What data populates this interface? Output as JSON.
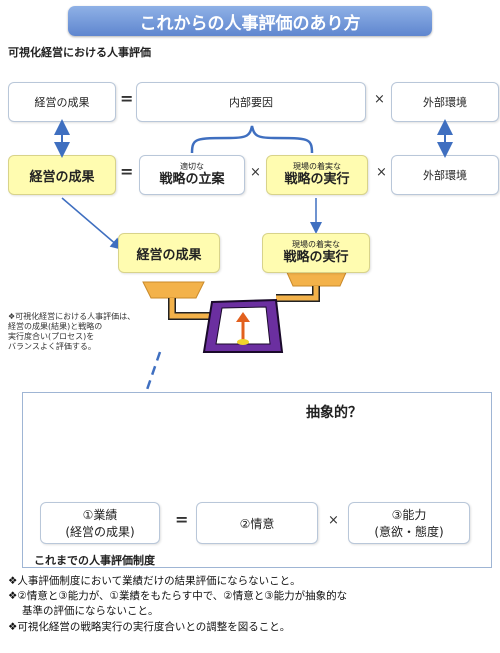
{
  "title": "これからの人事評価のあり方",
  "section_label": "可視化経営における人事評価",
  "row1": {
    "left": "経営の成果",
    "eq": "=",
    "middle": "内部要因",
    "times": "×",
    "right": "外部環境"
  },
  "row2": {
    "left": "経営の成果",
    "eq": "=",
    "m1_small": "適切な",
    "m1_big": "戦略の立案",
    "times1": "×",
    "m2_small": "現場の着実な",
    "m2_big": "戦略の実行",
    "times2": "×",
    "right": "外部環境"
  },
  "scale": {
    "left": "経営の成果",
    "right_small": "現場の着実な",
    "right_big": "戦略の実行"
  },
  "side_note": [
    "❖可視化経営における人事評価は、",
    "経営の成果(結果)と戦略の",
    "実行度合い(プロセス)を",
    "バランスよく評価する。"
  ],
  "frame": {
    "abstract_label": "抽象的？",
    "item1_line1": "①業績",
    "item1_line2": "(経営の成果)",
    "eq": "=",
    "item2": "②情意",
    "times": "×",
    "item3_line1": "③能力",
    "item3_line2": "(意欲・態度)",
    "caption": "これまでの人事評価制度"
  },
  "bottom_lines": [
    "❖人事評価制度において業績だけの結果評価にならないこと。",
    "❖②情意と③能力が、①業績をもたらす中で、②情意と③能力が抽象的な",
    "基準の評価にならないこと。",
    "❖可視化経営の戦略実行の実行度合いとの調整を図ること。"
  ],
  "colors": {
    "title_bg": "#6b90d4",
    "yellow_box": "#fffcb0",
    "arrow_blue": "#3f6fc0",
    "scale_purple": "#6b2fa0",
    "pan_orange": "#f3b24a"
  }
}
